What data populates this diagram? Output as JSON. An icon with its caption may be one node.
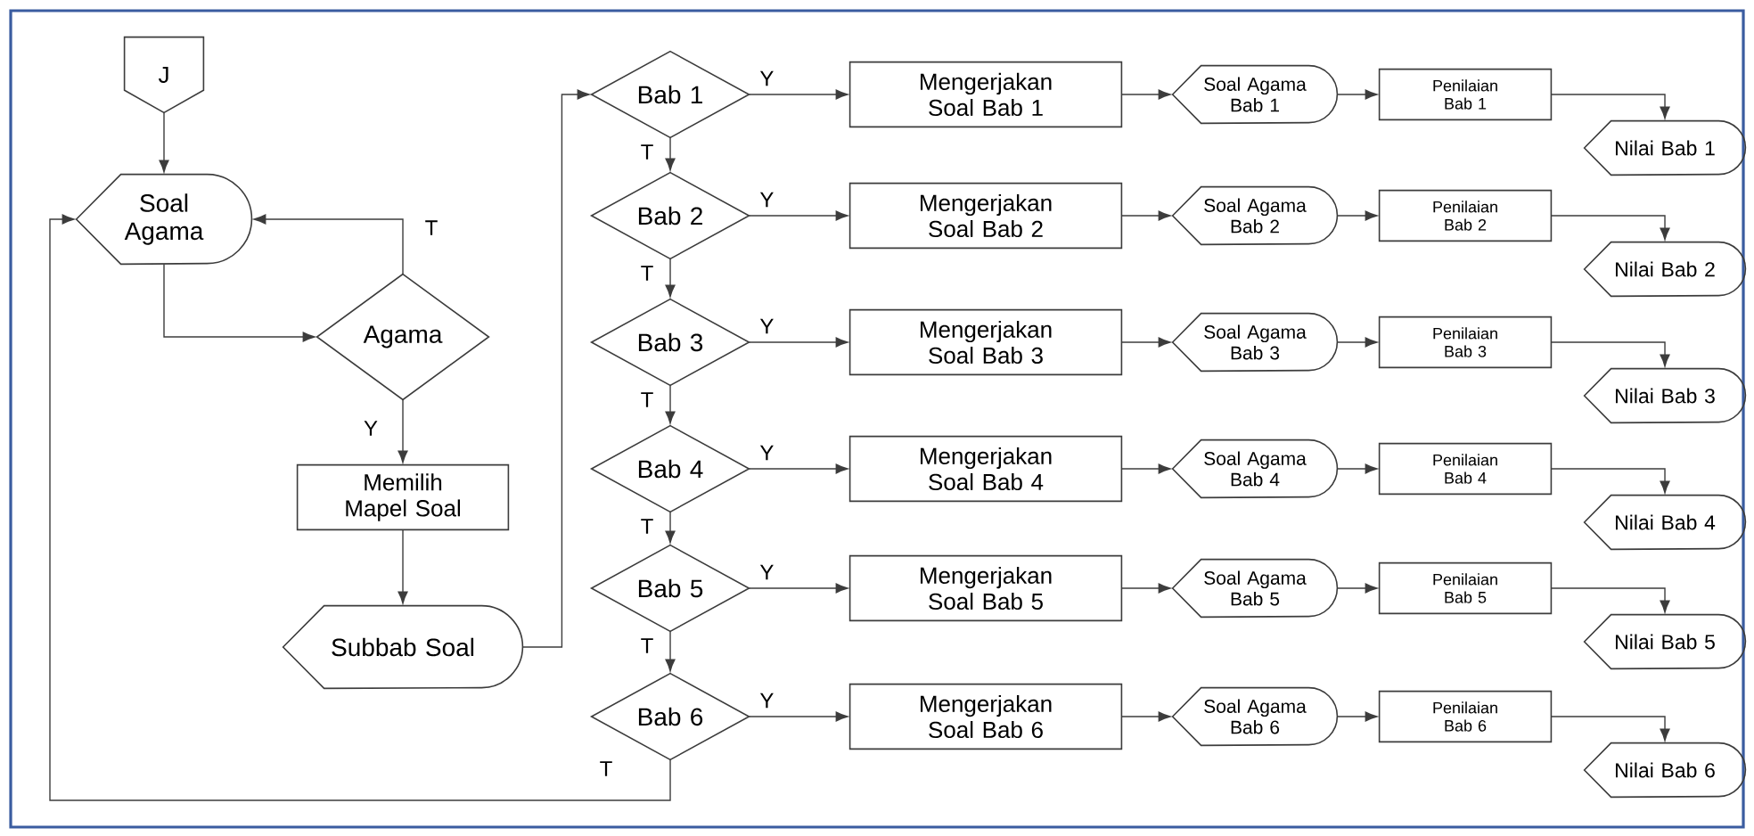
{
  "diagram": {
    "nodes": [
      {
        "text": [
          "J"
        ]
      },
      {
        "text": [
          "Soal Agama"
        ]
      },
      {
        "text": [
          "Agama"
        ]
      },
      {
        "text": [
          "Memilih Mapel Soal"
        ]
      },
      {
        "text": [
          "Subbab Soal"
        ]
      },
      {
        "text": [
          "Bab 1"
        ]
      },
      {
        "text": [
          "Mengerjakan Soal Bab 1"
        ]
      },
      {
        "text": [
          "Soal Agama Bab 1"
        ]
      },
      {
        "text": [
          "Penilaian Bab 1"
        ]
      },
      {
        "text": [
          "Nilai Bab 1"
        ]
      },
      {
        "text": [
          "Bab 2"
        ]
      },
      {
        "text": [
          "Mengerjakan Soal Bab 2"
        ]
      },
      {
        "text": [
          "Soal Agama Bab 2"
        ]
      },
      {
        "text": [
          "Penilaian Bab 2"
        ]
      },
      {
        "text": [
          "Nilai Bab 2"
        ]
      },
      {
        "text": [
          "Bab 3"
        ]
      },
      {
        "text": [
          "Mengerjakan Soal Bab 3"
        ]
      },
      {
        "text": [
          "Soal Agama Bab 3"
        ]
      },
      {
        "text": [
          "Penilaian Bab 3"
        ]
      },
      {
        "text": [
          "Nilai Bab 3"
        ]
      },
      {
        "text": [
          "Bab 4"
        ]
      },
      {
        "text": [
          "Mengerjakan Soal Bab 4"
        ]
      },
      {
        "text": [
          "Soal Agama Bab 4"
        ]
      },
      {
        "text": [
          "Penilaian Bab 4"
        ]
      },
      {
        "text": [
          "Nilai Bab 4"
        ]
      },
      {
        "text": [
          "Bab 5"
        ]
      },
      {
        "text": [
          "Mengerjakan Soal Bab 5"
        ]
      },
      {
        "text": [
          "Soal Agama Bab 5"
        ]
      },
      {
        "text": [
          "Penilaian Bab 5"
        ]
      },
      {
        "text": [
          "Nilai Bab 5"
        ]
      },
      {
        "text": [
          "Bab 6"
        ]
      },
      {
        "text": [
          "Mengerjakan Soal Bab 6"
        ]
      },
      {
        "text": [
          "Soal Agama Bab 6"
        ]
      },
      {
        "text": [
          "Penilaian Bab 6"
        ]
      },
      {
        "text": [
          "Nilai Bab 6"
        ]
      }
    ],
    "edges": [
      {
        "from": 0,
        "to": 1,
        "arrow": "to"
      },
      {
        "from": 1,
        "to": 2,
        "arrow": "to"
      },
      {
        "from": 2,
        "to": 1,
        "arrow": "to",
        "label": "T"
      },
      {
        "from": 2,
        "to": 3,
        "arrow": "to",
        "label": "Y"
      },
      {
        "from": 3,
        "to": 4,
        "arrow": "to"
      },
      {
        "from": 4,
        "to": 5,
        "arrow": "to"
      },
      {
        "from": 5,
        "to": 6,
        "arrow": "to",
        "label": "Y"
      },
      {
        "from": 6,
        "to": 7,
        "arrow": "to"
      },
      {
        "from": 7,
        "to": 8,
        "arrow": "to"
      },
      {
        "from": 8,
        "to": 9,
        "arrow": "to"
      },
      {
        "from": 5,
        "to": 10,
        "arrow": "to",
        "label": "T"
      },
      {
        "from": 10,
        "to": 11,
        "arrow": "to",
        "label": "Y"
      },
      {
        "from": 11,
        "to": 12,
        "arrow": "to"
      },
      {
        "from": 12,
        "to": 13,
        "arrow": "to"
      },
      {
        "from": 13,
        "to": 14,
        "arrow": "to"
      },
      {
        "from": 10,
        "to": 15,
        "arrow": "to",
        "label": "T"
      },
      {
        "from": 15,
        "to": 16,
        "arrow": "to",
        "label": "Y"
      },
      {
        "from": 16,
        "to": 17,
        "arrow": "to"
      },
      {
        "from": 17,
        "to": 18,
        "arrow": "to"
      },
      {
        "from": 18,
        "to": 19,
        "arrow": "to"
      },
      {
        "from": 15,
        "to": 20,
        "arrow": "to",
        "label": "T"
      },
      {
        "from": 20,
        "to": 21,
        "arrow": "to",
        "label": "Y"
      },
      {
        "from": 21,
        "to": 22,
        "arrow": "to"
      },
      {
        "from": 22,
        "to": 23,
        "arrow": "to"
      },
      {
        "from": 23,
        "to": 24,
        "arrow": "to"
      },
      {
        "from": 20,
        "to": 25,
        "arrow": "to",
        "label": "T"
      },
      {
        "from": 25,
        "to": 26,
        "arrow": "to",
        "label": "Y"
      },
      {
        "from": 26,
        "to": 27,
        "arrow": "to"
      },
      {
        "from": 27,
        "to": 28,
        "arrow": "to"
      },
      {
        "from": 28,
        "to": 29,
        "arrow": "to"
      },
      {
        "from": 25,
        "to": 30,
        "arrow": "to",
        "label": "T"
      },
      {
        "from": 30,
        "to": 31,
        "arrow": "to",
        "label": "Y"
      },
      {
        "from": 31,
        "to": 32,
        "arrow": "to"
      },
      {
        "from": 32,
        "to": 33,
        "arrow": "to"
      },
      {
        "from": 33,
        "to": 34,
        "arrow": "to"
      },
      {
        "from": 30,
        "to": 1,
        "arrow": "to",
        "label": "T"
      }
    ]
  }
}
